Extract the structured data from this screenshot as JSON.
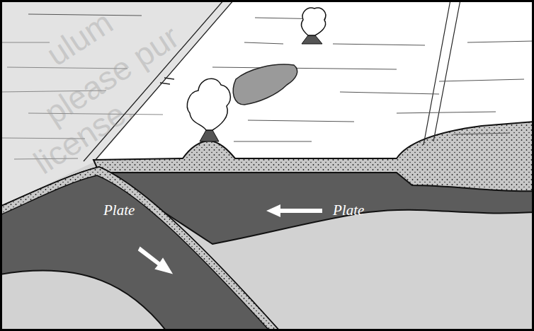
{
  "diagram": {
    "labels": [
      "Plate",
      "Plate",
      "ulum",
      "please pur",
      "license."
    ]
  }
}
